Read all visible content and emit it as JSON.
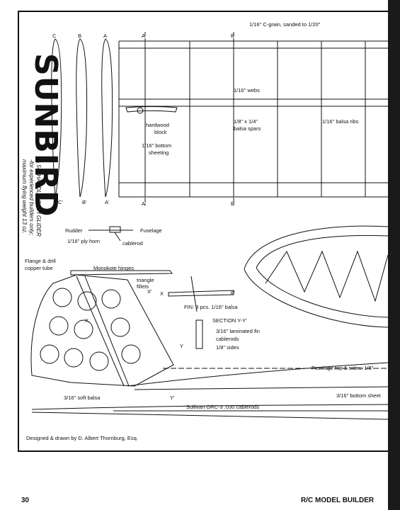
{
  "title": "SUNBIRD",
  "subtitle_line1": "A 54\" HANDLAUNCH GLIDER",
  "subtitle_line2": "-for experienced builders only;",
  "subtitle_line3": "maximum flying weight 13 oz.",
  "sections": {
    "a": "A",
    "b": "B",
    "c": "C",
    "a_prime": "A'",
    "b_prime": "B'",
    "c_prime": "C'"
  },
  "labels": {
    "c_grain": "1/16\" C-grain, sanded to 1/20\"",
    "webs": "1/16\" webs",
    "spars": "1/8\" x 1/4\"",
    "spars2": "balsa spars",
    "ribs": "1/16\" balsa ribs",
    "hardwood": "hardwood",
    "block": "block",
    "bottom": "1/16\" bottom",
    "sheeting": "sheeting",
    "rudder": "Rudder",
    "fuselage": "Fuselage",
    "ply_horn": "1/16\" ply horn",
    "cablerod": "cablerod",
    "flange": "Flange & drill",
    "copper": "copper tube",
    "monokote": "Monokote hinges",
    "triangle": "triangle",
    "fillets": "fillets",
    "x_prime": "X'",
    "x": "X",
    "fin": "FIN: 3 pcs. 1/16\" balsa",
    "section_yy": "SECTION Y-Y'",
    "laminated": "3/16\" laminated fin",
    "cablerods": "cablerods",
    "sides": "1/8\" sides",
    "fuse_top": "Fuselage top & sides: 1/8\"",
    "y": "Y",
    "y_prime": "Y'",
    "soft_balsa": "3/16\" soft balsa",
    "bottom_sheet": "3/16\" bottom sheet",
    "sullivan": "Sullivan GRC-3 .030 cablerods",
    "designer": "Designed & drawn by D. Albert Thornburg, Esq."
  },
  "footer": {
    "page": "30",
    "magazine": "R/C MODEL BUILDER"
  }
}
